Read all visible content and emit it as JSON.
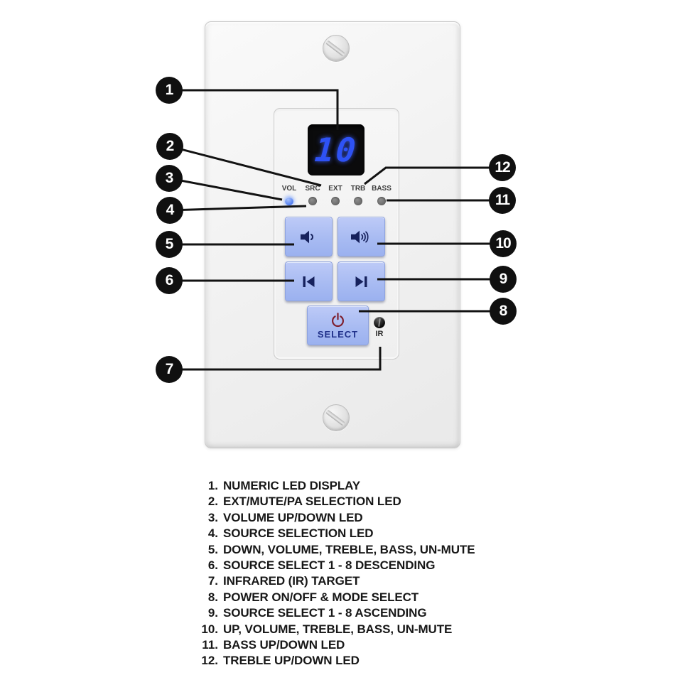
{
  "colors": {
    "button_blue": "#a8bbf2",
    "icon_navy": "#16215c",
    "power_red": "#7e1f2d",
    "digit_blue": "#2e52f5",
    "led_on_blue": "#4f7cf0",
    "led_off_gray": "#6a6a6a",
    "callout_black": "#101010"
  },
  "panel": {
    "display": {
      "value": "10"
    },
    "leds": [
      {
        "label": "VOL",
        "state": "on"
      },
      {
        "label": "SRC",
        "state": "off"
      },
      {
        "label": "EXT",
        "state": "off"
      },
      {
        "label": "TRB",
        "state": "off"
      },
      {
        "label": "BASS",
        "state": "off"
      }
    ],
    "buttons": {
      "volume_down_icon": "volume-down-icon",
      "volume_up_icon": "volume-up-icon",
      "source_down_icon": "skip-previous-icon",
      "source_up_icon": "skip-next-icon",
      "select_icon": "power-icon",
      "select_label": "SELECT"
    },
    "ir_label": "IR"
  },
  "callouts": [
    "1",
    "2",
    "3",
    "4",
    "5",
    "6",
    "7",
    "8",
    "9",
    "10",
    "11",
    "12"
  ],
  "legend": {
    "items": [
      {
        "num": "1.",
        "text": "NUMERIC LED DISPLAY"
      },
      {
        "num": "2.",
        "text": "EXT/MUTE/PA SELECTION LED"
      },
      {
        "num": "3.",
        "text": "VOLUME UP/DOWN LED"
      },
      {
        "num": "4.",
        "text": "SOURCE SELECTION LED"
      },
      {
        "num": "5.",
        "text": "DOWN, VOLUME, TREBLE, BASS, UN-MUTE"
      },
      {
        "num": "6.",
        "text": "SOURCE SELECT 1 - 8 DESCENDING"
      },
      {
        "num": "7.",
        "text": "INFRARED (IR) TARGET"
      },
      {
        "num": "8.",
        "text": "POWER ON/OFF & MODE SELECT"
      },
      {
        "num": "9.",
        "text": "SOURCE SELECT 1 - 8 ASCENDING"
      },
      {
        "num": "10.",
        "text": "UP, VOLUME, TREBLE, BASS, UN-MUTE"
      },
      {
        "num": "11.",
        "text": "BASS UP/DOWN LED"
      },
      {
        "num": "12.",
        "text": "TREBLE UP/DOWN LED"
      }
    ]
  }
}
